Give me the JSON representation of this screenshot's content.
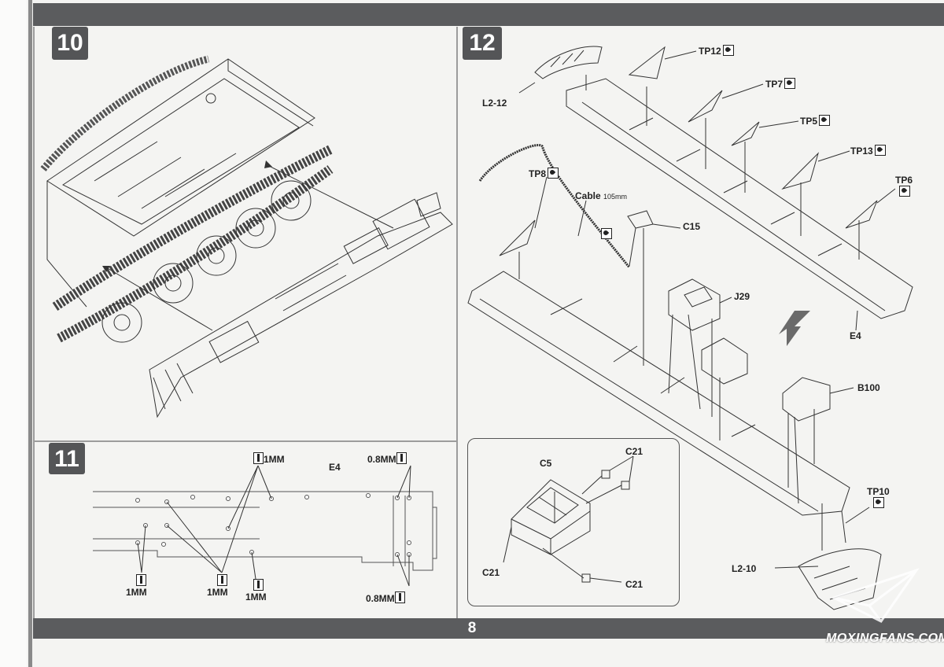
{
  "page_number": "8",
  "watermark": "MOXINGFANS.COM",
  "steps": [
    {
      "number": "10"
    },
    {
      "number": "11"
    },
    {
      "number": "12"
    }
  ],
  "step11_labels": {
    "top_1mm": "1MM",
    "top_08mm": "0.8MM",
    "part_e4": "E4",
    "bot_1mm_a": "1MM",
    "bot_1mm_b": "1MM",
    "bot_1mm_c": "1MM",
    "bot_08mm": "0.8MM"
  },
  "step12_labels": {
    "tp12": "TP12",
    "tp7": "TP7",
    "tp5": "TP5",
    "tp13": "TP13",
    "tp6": "TP6",
    "tp8": "TP8",
    "l2_12": "L2-12",
    "cable": "Cable",
    "cable_len": "105mm",
    "c15": "C15",
    "j29": "J29",
    "e4": "E4",
    "b100": "B100",
    "tp10": "TP10",
    "l2_10": "L2-10"
  },
  "inset_labels": {
    "c5": "C5",
    "c21_top": "C21",
    "c21_left": "C21",
    "c21_bottom": "C21"
  },
  "icons": [
    "glue-icon",
    "screw-icon",
    "direction-arrow-icon"
  ]
}
